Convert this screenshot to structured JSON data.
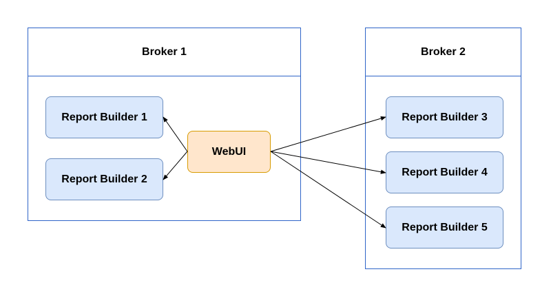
{
  "broker1": {
    "title": "Broker 1",
    "nodes": [
      "Report Builder 1",
      "Report Builder 2"
    ]
  },
  "broker2": {
    "title": "Broker 2",
    "nodes": [
      "Report Builder 3",
      "Report Builder 4",
      "Report Builder 5"
    ]
  },
  "webui": {
    "label": "WebUI"
  },
  "colors": {
    "container_border": "#2e64c8",
    "report_builder_fill": "#dae8fc",
    "report_builder_border": "#6c8ebf",
    "webui_fill": "#ffe6cc",
    "webui_border": "#d79b00",
    "edge": "#000000"
  },
  "edges": [
    {
      "from": "WebUI",
      "to": "Report Builder 1"
    },
    {
      "from": "WebUI",
      "to": "Report Builder 2"
    },
    {
      "from": "WebUI",
      "to": "Report Builder 3"
    },
    {
      "from": "WebUI",
      "to": "Report Builder 4"
    },
    {
      "from": "WebUI",
      "to": "Report Builder 5"
    }
  ]
}
